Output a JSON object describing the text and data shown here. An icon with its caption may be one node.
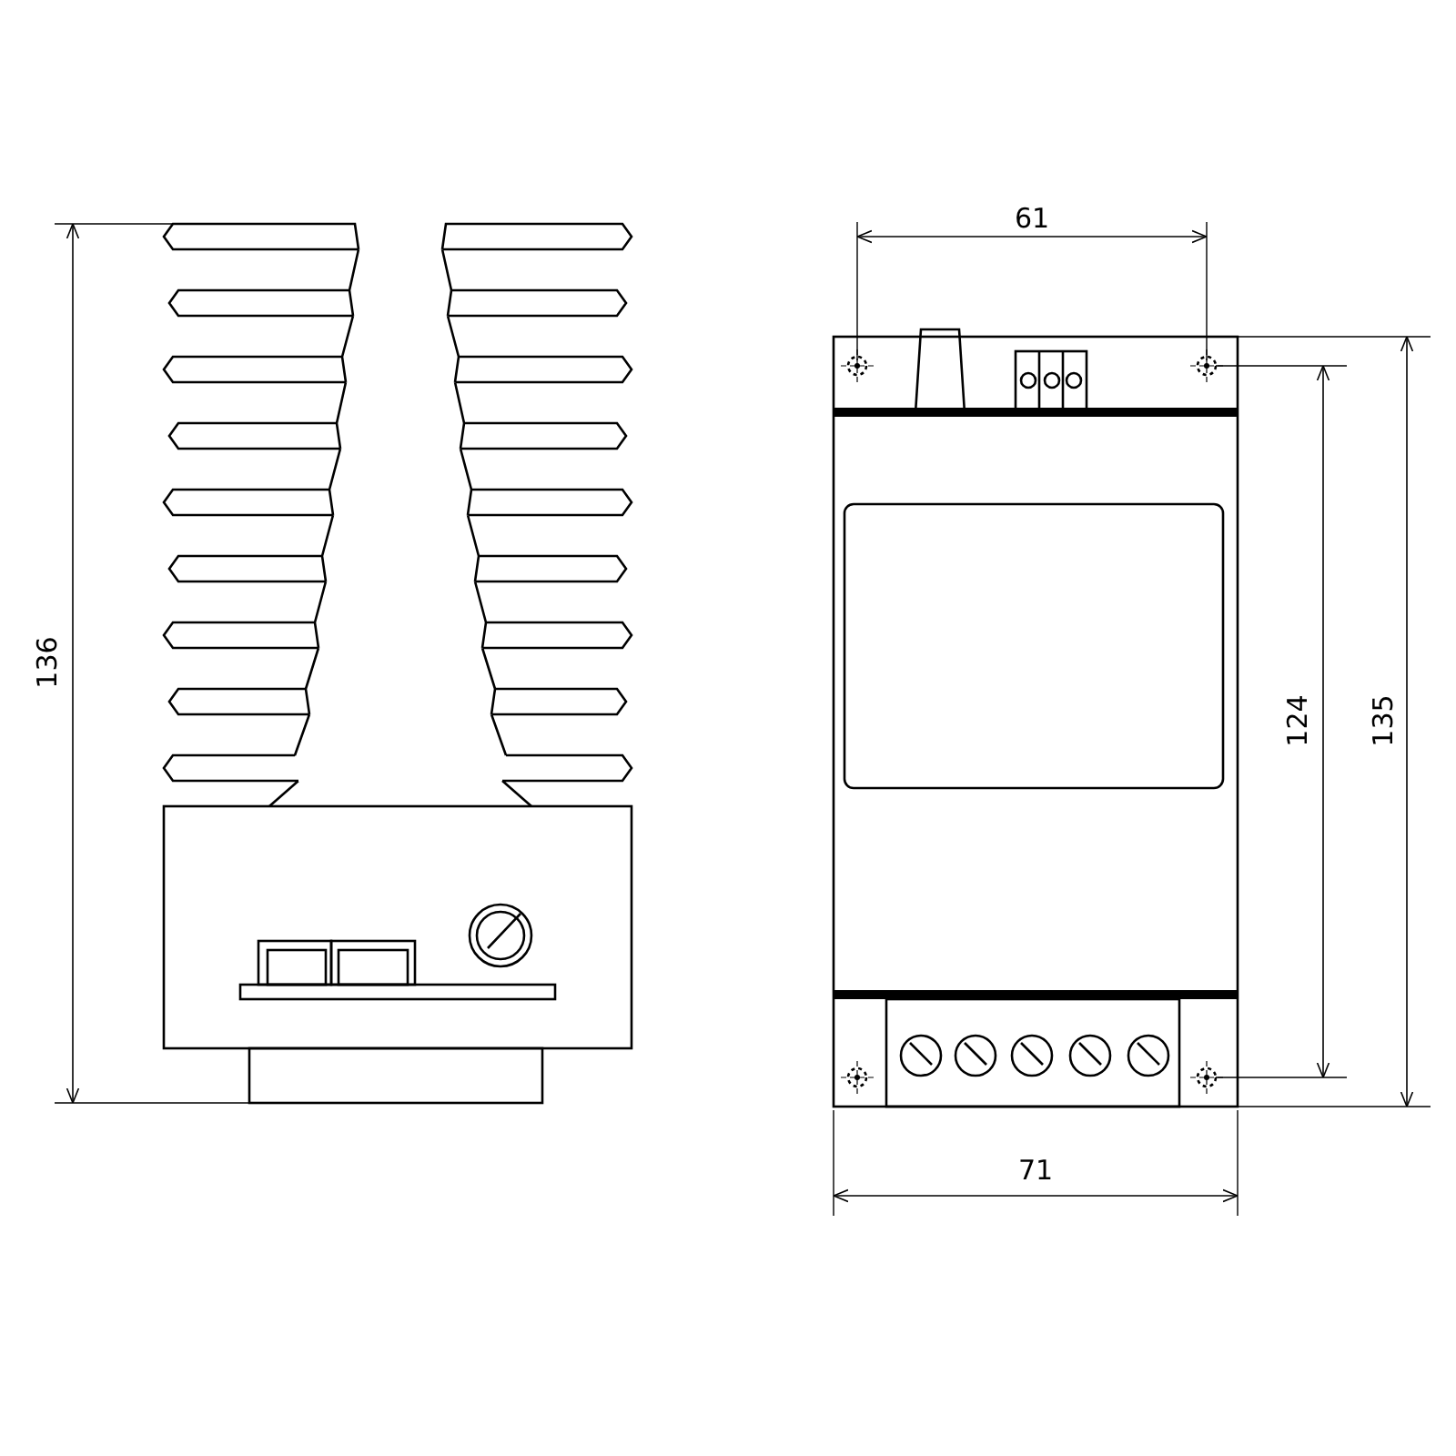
{
  "diagram": {
    "labels": [
      "61",
      "136",
      "124",
      "135",
      "71"
    ]
  }
}
